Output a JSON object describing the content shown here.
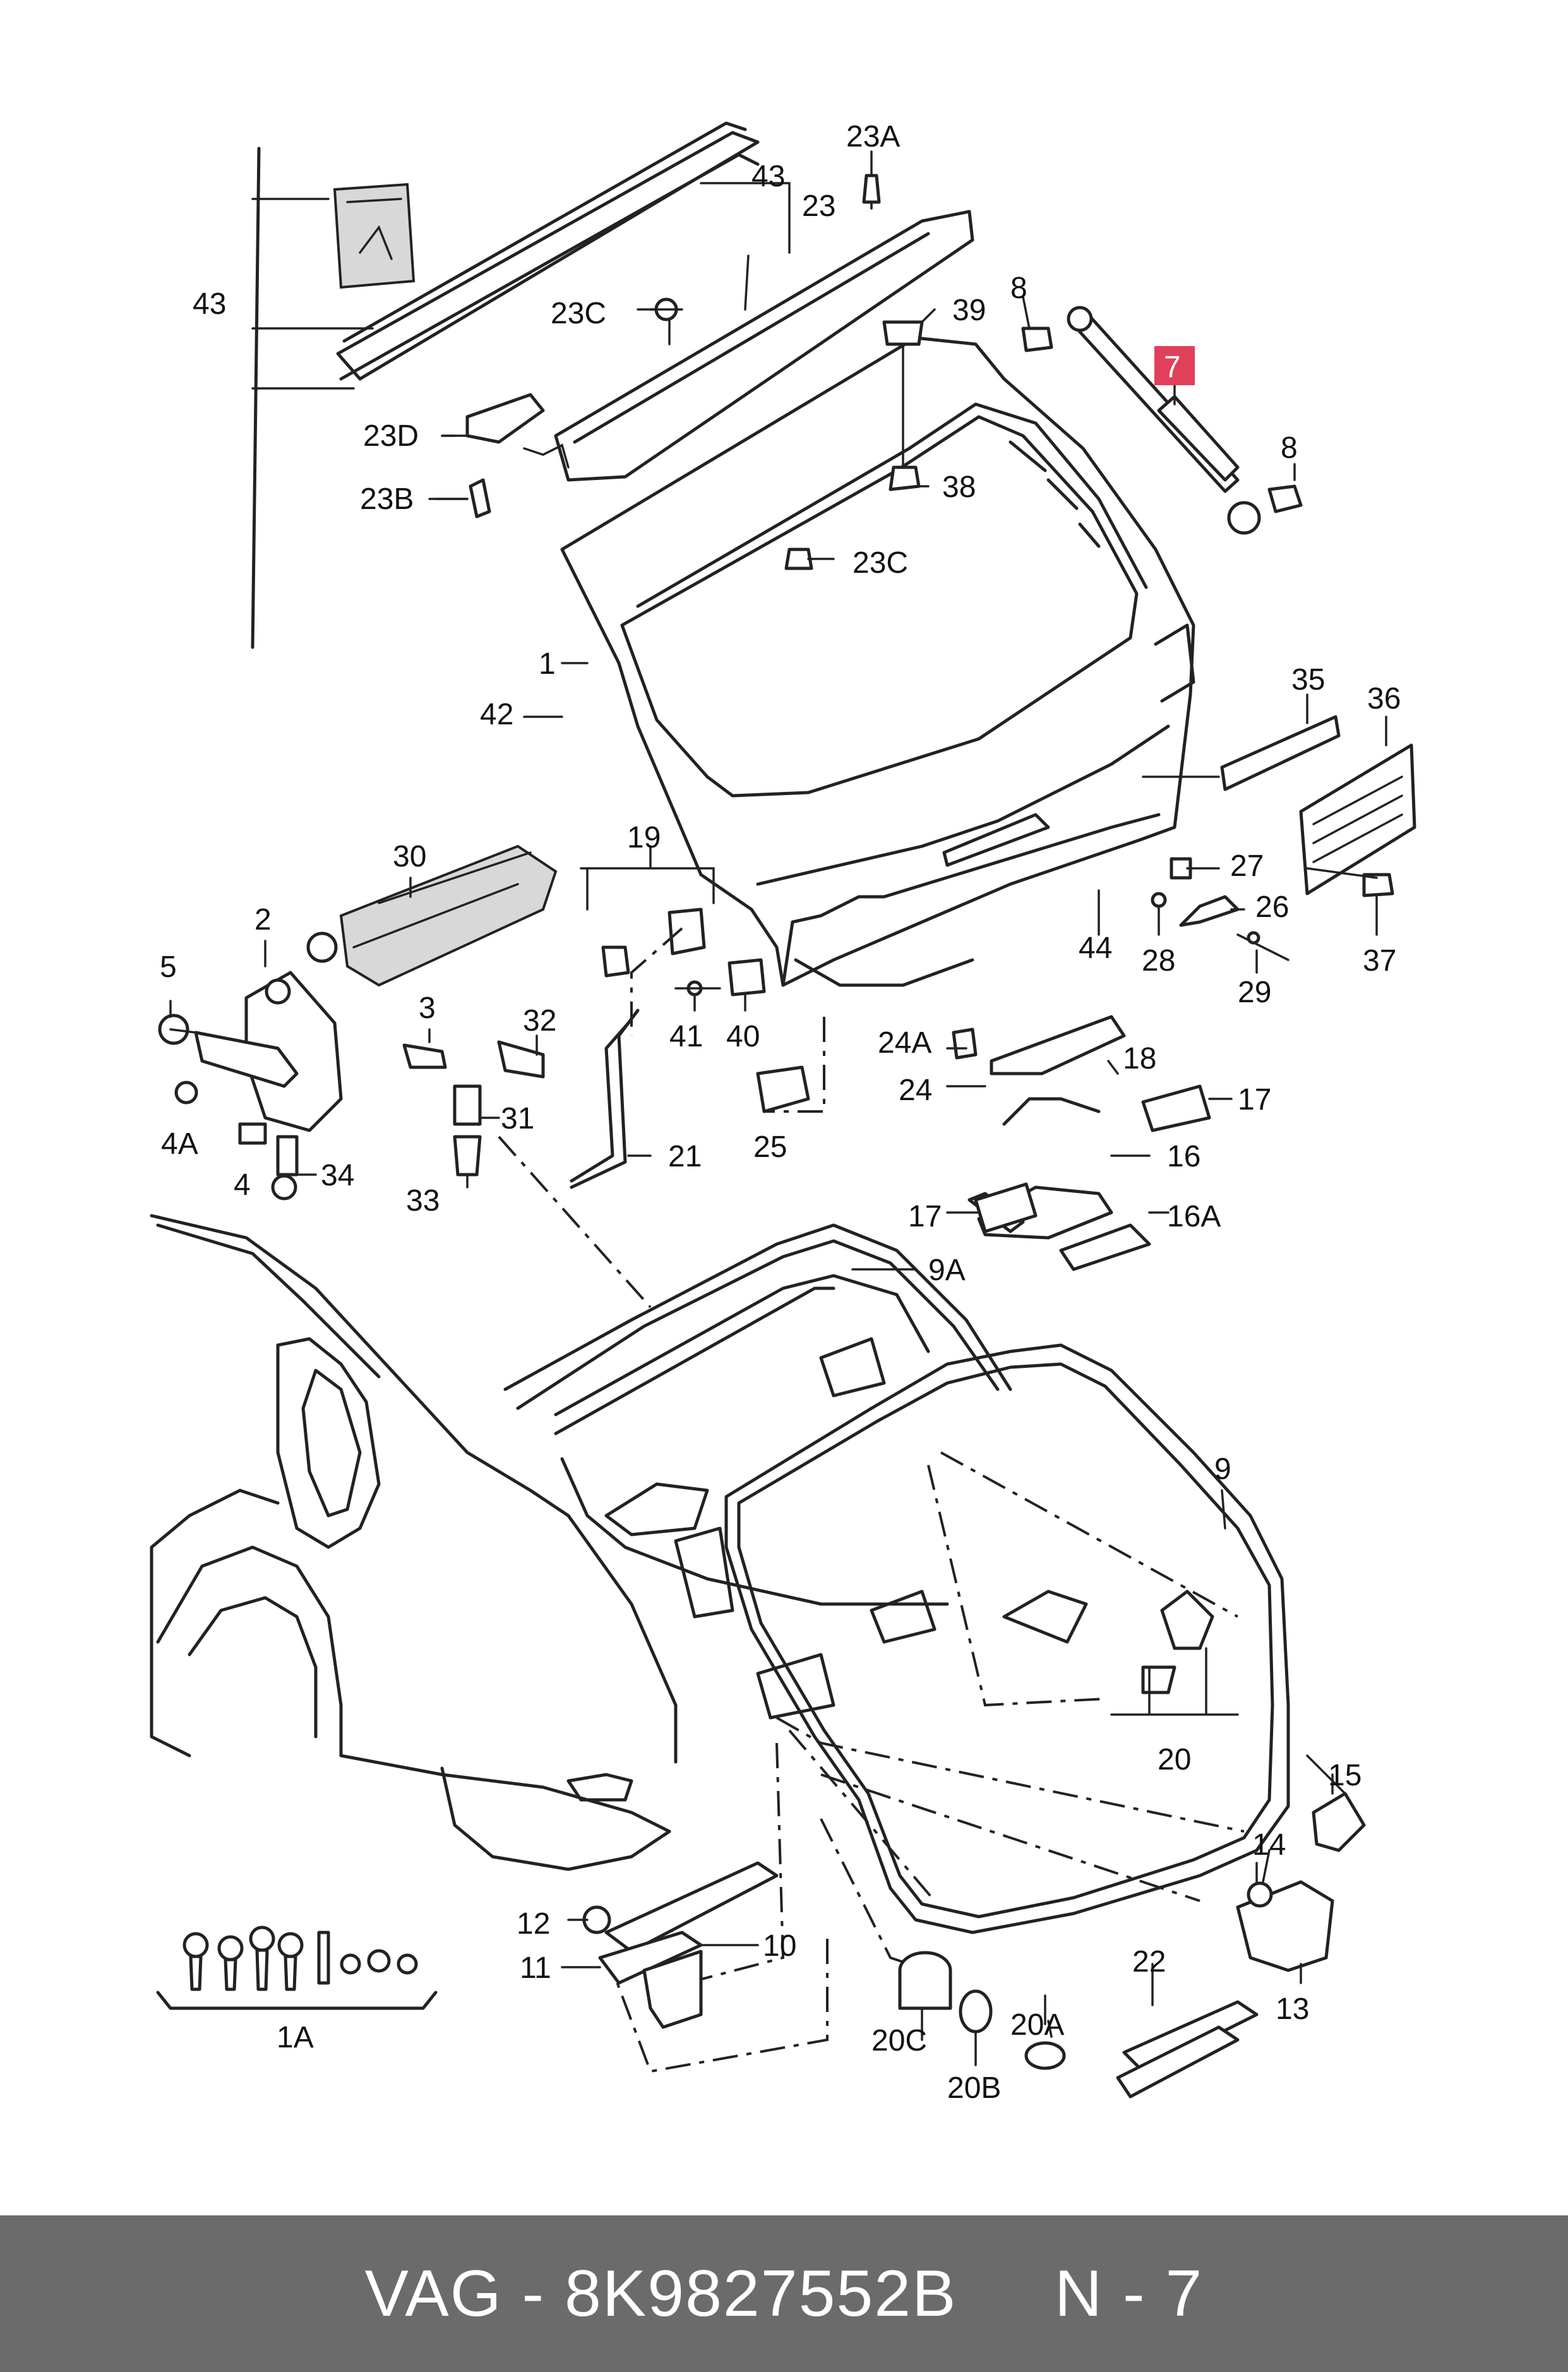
{
  "footer": {
    "brand": "VAG",
    "separator": " - ",
    "part_number": "8K9827552B",
    "gap": "     ",
    "callout_ref": "N - 7"
  },
  "highlight_color": "#e0405a",
  "footer_color": "#6b6b6b",
  "callouts": {
    "c43a": "43",
    "c43b": "43",
    "c23": "23",
    "c23a": "23A",
    "c23c_top": "23C",
    "c23c_mid": "23C",
    "c23d": "23D",
    "c23b": "23B",
    "c8_top": "8",
    "c8_right": "8",
    "c7": "7",
    "c39": "39",
    "c38": "38",
    "c1": "1",
    "c42": "42",
    "c35": "35",
    "c36": "36",
    "c30": "30",
    "c19": "19",
    "c2": "2",
    "c5": "5",
    "c3": "3",
    "c32": "32",
    "c27": "27",
    "c26": "26",
    "c28": "28",
    "c44": "44",
    "c29": "29",
    "c37": "37",
    "c41": "41",
    "c40": "40",
    "c4a": "4A",
    "c4": "4",
    "c31": "31",
    "c34": "34",
    "c33": "33",
    "c21": "21",
    "c24a": "24A",
    "c24": "24",
    "c18": "18",
    "c17_right": "17",
    "c25": "25",
    "c16": "16",
    "c17_left": "17",
    "c16a": "16A",
    "c9a": "9A",
    "c9": "9",
    "c20": "20",
    "c15": "15",
    "c14": "14",
    "c12": "12",
    "c10": "10",
    "c11": "11",
    "c22": "22",
    "c13": "13",
    "c20a": "20A",
    "c20c": "20C",
    "c20b": "20B",
    "c1a": "1A"
  }
}
